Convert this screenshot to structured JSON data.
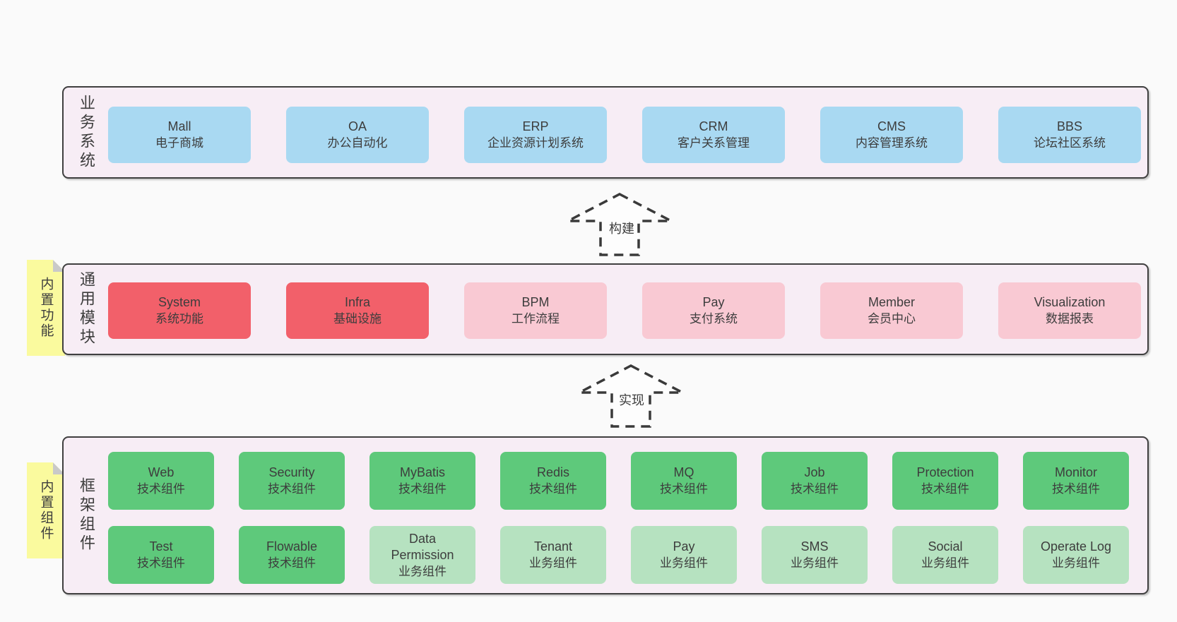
{
  "colors": {
    "page_bg": "#fafafa",
    "band_bg": "#f7edf5",
    "band_border": "#3f3f3f",
    "blue_box": "#a9d9f2",
    "red_box": "#f2606a",
    "pink_box": "#f9c9d3",
    "green_box": "#5ec97b",
    "light_green_box": "#b6e2c0",
    "sticky_note": "#fafa9e",
    "sticky_fold": "#c9c9c9",
    "text": "#3d3d3d"
  },
  "arrows": {
    "build": "构建",
    "implement": "实现"
  },
  "bands": {
    "business": {
      "label": "业务系统",
      "boxes": [
        {
          "name": "Mall",
          "desc": "电子商城"
        },
        {
          "name": "OA",
          "desc": "办公自动化"
        },
        {
          "name": "ERP",
          "desc": "企业资源计划系统"
        },
        {
          "name": "CRM",
          "desc": "客户关系管理"
        },
        {
          "name": "CMS",
          "desc": "内容管理系统"
        },
        {
          "name": "BBS",
          "desc": "论坛社区系统"
        }
      ]
    },
    "modules": {
      "label": "通用模块",
      "sticky": "内置功能",
      "boxes": [
        {
          "name": "System",
          "desc": "系统功能"
        },
        {
          "name": "Infra",
          "desc": "基础设施"
        },
        {
          "name": "BPM",
          "desc": "工作流程"
        },
        {
          "name": "Pay",
          "desc": "支付系统"
        },
        {
          "name": "Member",
          "desc": "会员中心"
        },
        {
          "name": "Visualization",
          "desc": "数据报表"
        }
      ]
    },
    "components": {
      "label": "框架组件",
      "sticky": "内置组件",
      "rows": [
        [
          {
            "name": "Web",
            "desc": "技术组件"
          },
          {
            "name": "Security",
            "desc": "技术组件"
          },
          {
            "name": "MyBatis",
            "desc": "技术组件"
          },
          {
            "name": "Redis",
            "desc": "技术组件"
          },
          {
            "name": "MQ",
            "desc": "技术组件"
          },
          {
            "name": "Job",
            "desc": "技术组件"
          },
          {
            "name": "Protection",
            "desc": "技术组件"
          },
          {
            "name": "Monitor",
            "desc": "技术组件"
          }
        ],
        [
          {
            "name": "Test",
            "desc": "技术组件"
          },
          {
            "name": "Flowable",
            "desc": "技术组件"
          },
          {
            "name": "Data\nPermission",
            "desc": "业务组件"
          },
          {
            "name": "Tenant",
            "desc": "业务组件"
          },
          {
            "name": "Pay",
            "desc": "业务组件"
          },
          {
            "name": "SMS",
            "desc": "业务组件"
          },
          {
            "name": "Social",
            "desc": "业务组件"
          },
          {
            "name": "Operate Log",
            "desc": "业务组件"
          }
        ]
      ]
    }
  }
}
